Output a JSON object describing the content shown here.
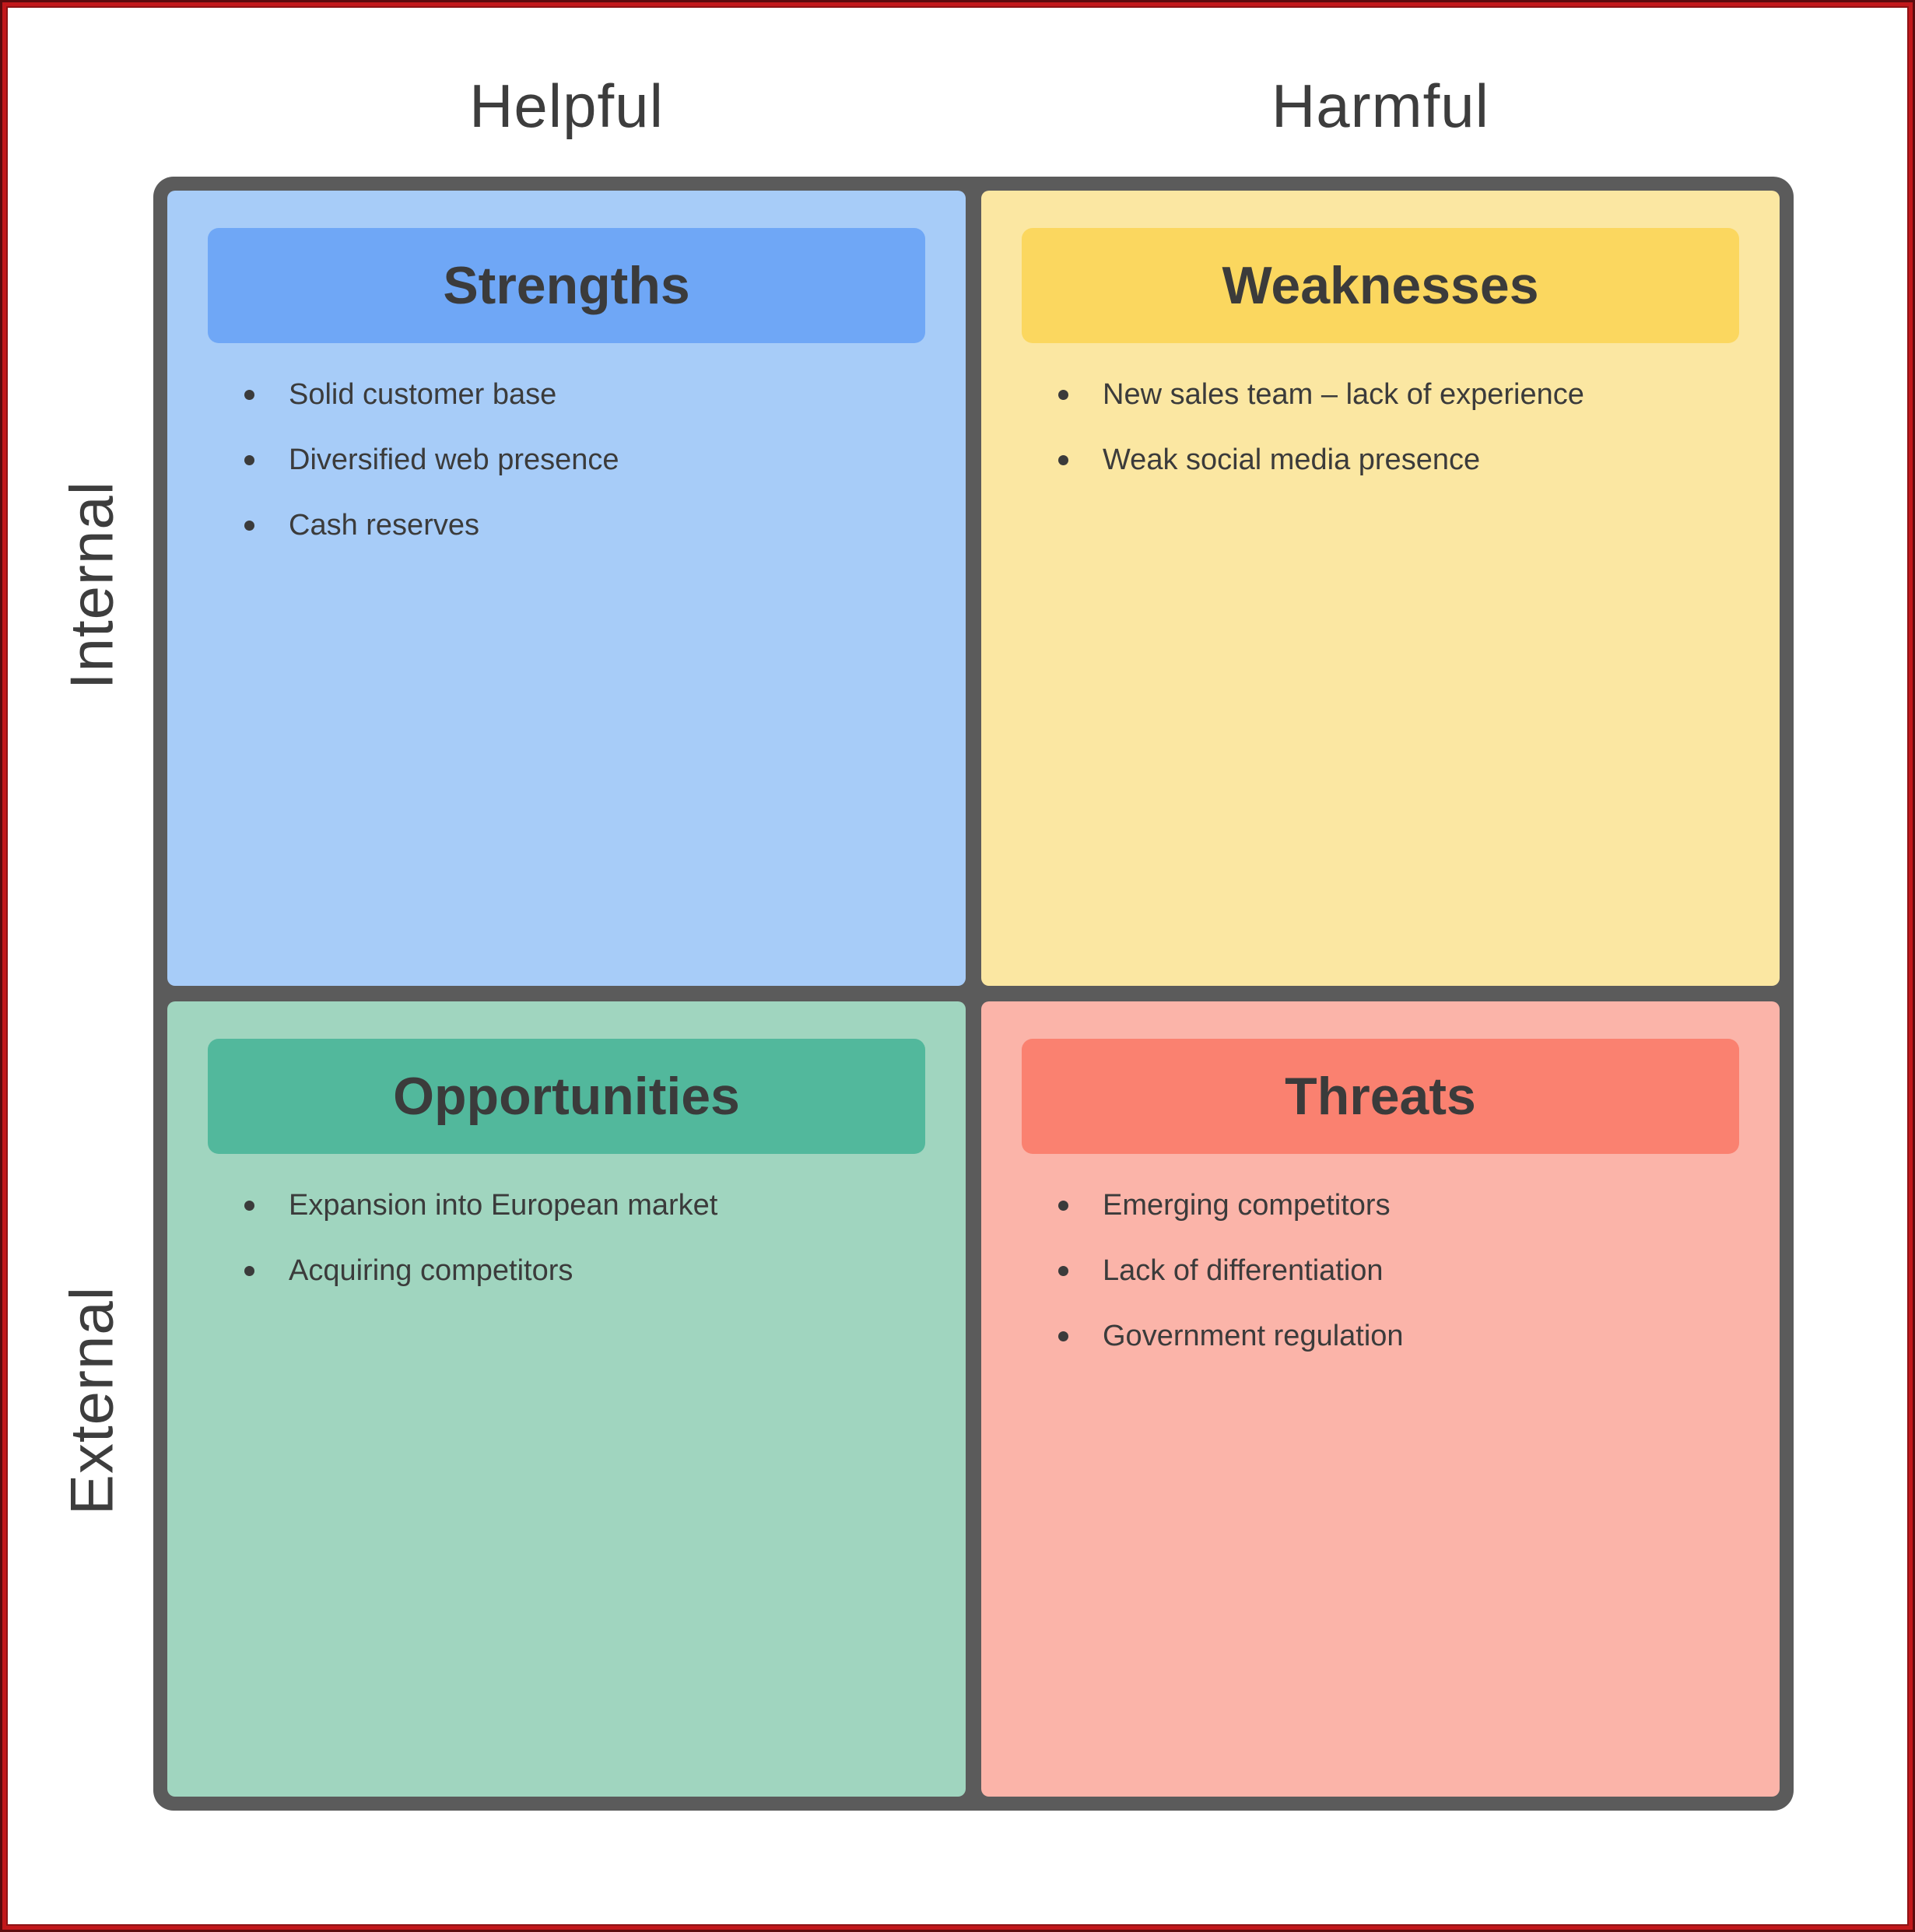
{
  "diagram": {
    "type": "SWOT analysis matrix",
    "axis_top": {
      "left_label": "Helpful",
      "right_label": "Harmful"
    },
    "axis_side": {
      "top_label": "Internal",
      "bottom_label": "External"
    }
  },
  "quadrants": [
    {
      "id": "strengths",
      "title": "Strengths",
      "bg": "#a7ccf8",
      "header_bg": "#6fa7f6",
      "items": [
        "Solid customer base",
        "Diversified web presence",
        "Cash reserves"
      ]
    },
    {
      "id": "weaknesses",
      "title": "Weaknesses",
      "bg": "#fbe7a2",
      "header_bg": "#fbd75f",
      "items": [
        "New sales team – lack of experience",
        "Weak social media presence"
      ]
    },
    {
      "id": "opportunities",
      "title": "Opportunities",
      "bg": "#a0d5bf",
      "header_bg": "#52b89c",
      "items": [
        "Expansion into European market",
        "Acquiring competitors"
      ]
    },
    {
      "id": "threats",
      "title": "Threats",
      "bg": "#fbb4a9",
      "header_bg": "#fa8170",
      "items": [
        "Emerging competitors",
        "Lack of differentiation",
        "Government regulation"
      ]
    }
  ],
  "colors": {
    "grid_border": "#5b5b5b",
    "text": "#3b3b3b",
    "axis_text": "#3d3d3d",
    "page_border_outer": "#5c0b0e",
    "page_border_inner": "#c2181b",
    "background": "#ffffff"
  }
}
